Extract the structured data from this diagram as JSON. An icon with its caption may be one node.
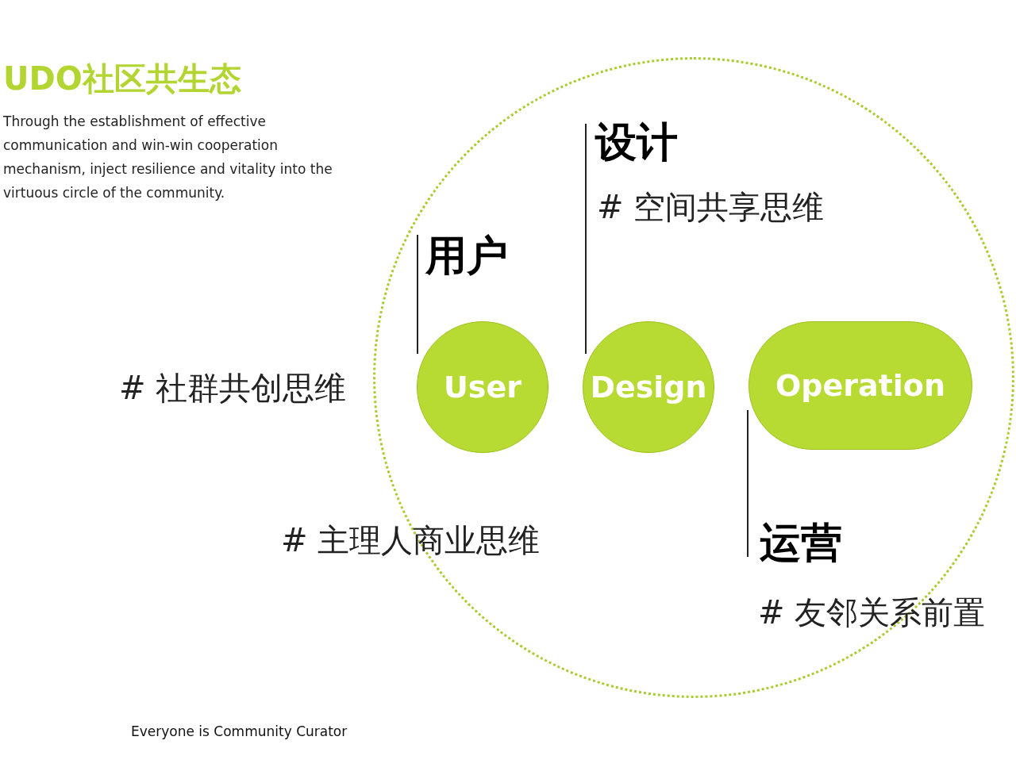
{
  "diagram": {
    "title": "UDO社区共生态",
    "nodes": [
      {
        "text": [],
        "shape": "circle"
      },
      {
        "text": [
          "User"
        ],
        "in": 0
      },
      {
        "text": [
          "Design"
        ],
        "in": 0
      },
      {
        "text": [
          "Operation"
        ],
        "in": 0
      }
    ],
    "edges": [],
    "labels": [
      "Through the establishment of effective communication and win-win cooperation mechanism, inject resilience and vitality into the virtuous circle of the community.",
      "设计",
      "# 空间共享思维",
      "用户",
      "# 社群共创思维",
      "# 主理人商业思维",
      "运营",
      "# 友邻关系前置",
      "Everyone is Community Curator"
    ]
  }
}
